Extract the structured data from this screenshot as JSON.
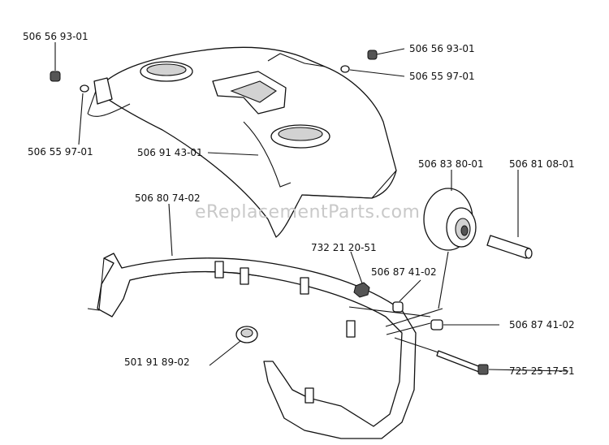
{
  "watermark": "eReplacementParts.com",
  "labels": {
    "screw_left": "506 56 93-01",
    "washer_left": "506 55 97-01",
    "screw_right": "506 56 93-01",
    "washer_right": "506 55 97-01",
    "shroud": "506 91 43-01",
    "wheel": "506 83 80-01",
    "axle": "506 81 08-01",
    "frame": "506 80 74-02",
    "nut": "732 21 20-51",
    "spacer_upper": "506 87 41-02",
    "spacer_right": "506 87 41-02",
    "bolt": "725 25 17-51",
    "grip": "501 91 89-02"
  }
}
